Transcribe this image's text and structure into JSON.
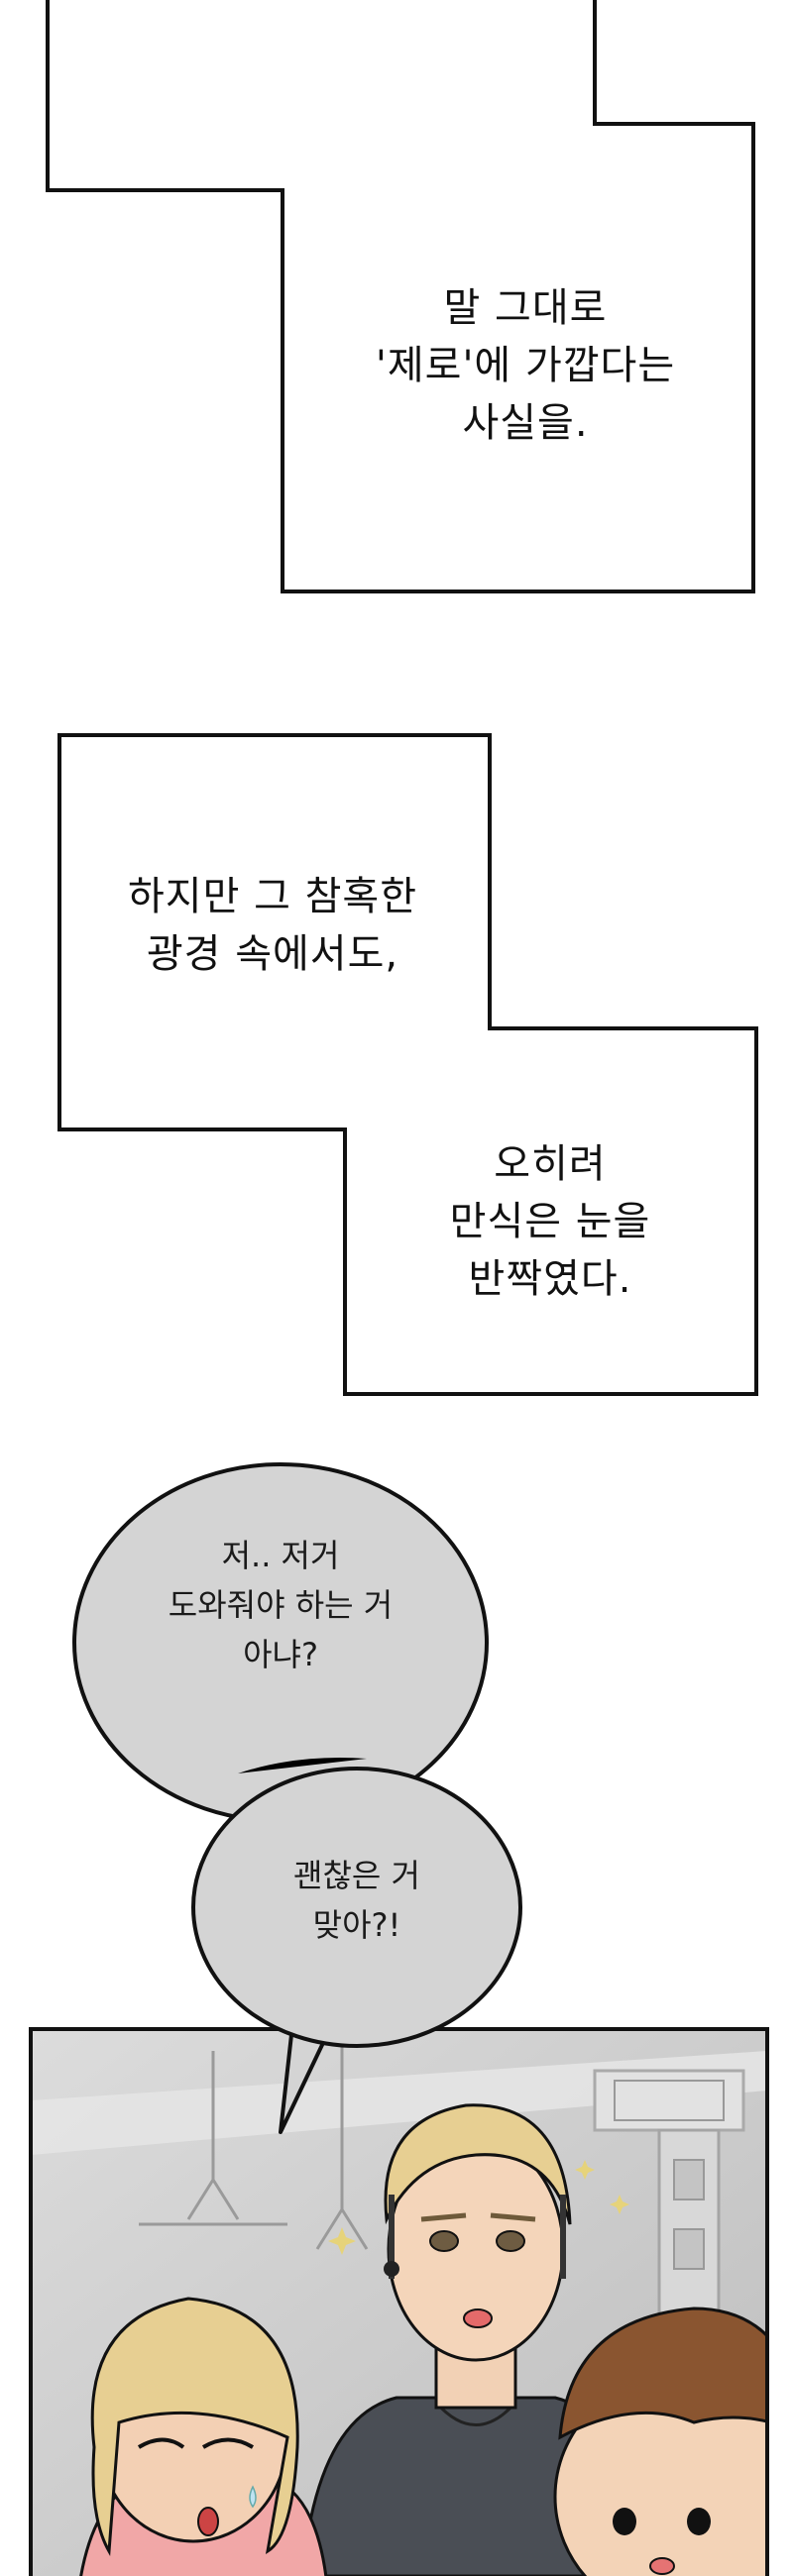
{
  "captions": [
    {
      "id": "caption-1-bottom",
      "lines": [
        "말 그대로",
        "'제로'에 가깝다는",
        "사실을."
      ]
    },
    {
      "id": "caption-2-top",
      "lines": [
        "하지만 그 참혹한",
        "광경 속에서도,"
      ]
    },
    {
      "id": "caption-2-bottom",
      "lines": [
        "오히려",
        "만식은 눈을",
        "반짝였다."
      ]
    }
  ],
  "bubbles": [
    {
      "id": "bubble-1",
      "lines": [
        "저.. 저거",
        "도와줘야 하는 거",
        "아냐?"
      ]
    },
    {
      "id": "bubble-2",
      "lines": [
        "괜찮은 거",
        "맞아?!"
      ]
    }
  ],
  "colors": {
    "bubble_fill": "#d4d4d4",
    "panel_bg": "#cfcfcf",
    "hair_blonde": "#e7cf92",
    "hair_brown": "#8a5530",
    "shirt_dark": "#4a4e55",
    "shirt_pink": "#f1a7a7"
  }
}
